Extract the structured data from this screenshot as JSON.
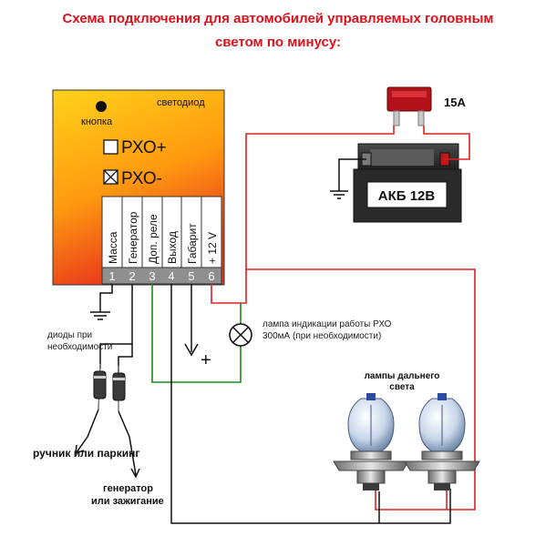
{
  "title": {
    "line1": "Схема подключения для автомобилей управляемых головным",
    "line2": "светом по минусу:"
  },
  "module": {
    "button_label": "кнопка",
    "led_label": "светодиод",
    "mode_plus": "РХО+",
    "mode_minus": "РХО-",
    "terminals": [
      {
        "name": "Масса",
        "num": "1"
      },
      {
        "name": "Генератор",
        "num": "2"
      },
      {
        "name": "Доп. реле",
        "num": "3"
      },
      {
        "name": "Выход",
        "num": "4"
      },
      {
        "name": "Габарит",
        "num": "5"
      },
      {
        "name": "+ 12 V",
        "num": "6"
      }
    ]
  },
  "fuse_label": "15A",
  "battery_label": "АКБ 12В",
  "indicator_lamp_label_1": "лампа индикации работы РХО",
  "indicator_lamp_label_2": "300мА (при необходимости)",
  "diodes_label_1": "диоды при",
  "diodes_label_2": "необходимости",
  "headlamps_label_1": "лампы дальнего",
  "headlamps_label_2": "света",
  "handbrake_label": "ручник или паркинг",
  "generator_label_1": "генератор",
  "generator_label_2": "или зажигание",
  "plus_sign": "+",
  "colors": {
    "title": "#e0101a",
    "wire_red": "#e02020",
    "wire_green": "#1a8a1a",
    "wire_black": "#111111"
  }
}
